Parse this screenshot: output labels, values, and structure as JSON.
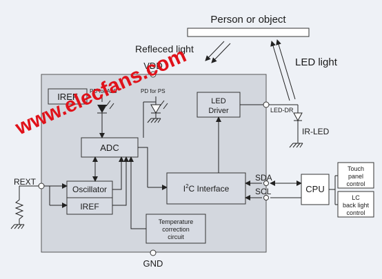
{
  "labels": {
    "person_or_object": "Person or object",
    "reflected_light": "Refleced light",
    "led_light": "LED light",
    "vdd": "VDD",
    "gnd": "GND",
    "pd_for_als": "PD for ALS",
    "pd_for_ps": "PD for PS",
    "iref_top": "IREF",
    "adc": "ADC",
    "led_driver_1": "LED",
    "led_driver_2": "Driver",
    "led_dr": "LED-DR",
    "ir_led": "IR-LED",
    "rext": "REXT",
    "oscillator": "Oscillator",
    "iref_bottom": "IREF",
    "i2c_prefix": "I",
    "i2c_sup": "2",
    "i2c_rest": "C Interface",
    "temp_1": "Temperature",
    "temp_2": "correction",
    "temp_3": "circuit",
    "sda": "SDA",
    "scl": "SCL",
    "cpu": "CPU",
    "touch_1": "Touch",
    "touch_2": "panel",
    "touch_3": "control",
    "lc_1": "LC",
    "lc_2": "back light",
    "lc_3": "control"
  },
  "watermark": "www.elecfans.com",
  "colors": {
    "background": "#eef1f6",
    "chip_fill": "#d3d7de",
    "block_fill": "#d7dbe3",
    "watermark": "#e0121a"
  }
}
